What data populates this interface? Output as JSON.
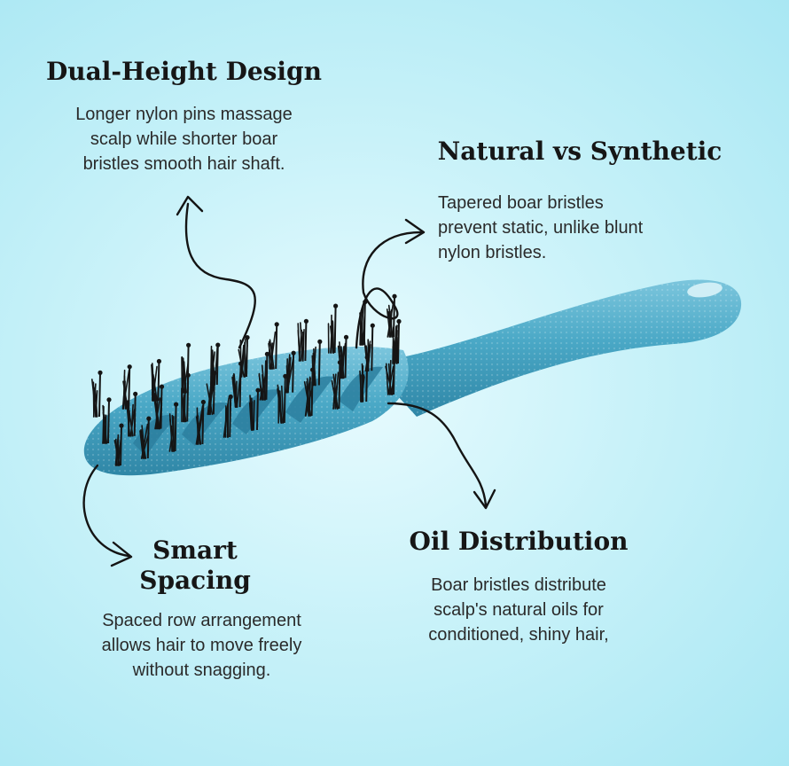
{
  "callouts": {
    "dual_height": {
      "title": "Dual-Height Design",
      "lines": [
        "Longer nylon pins massage",
        "scalp while shorter boar",
        "bristles smooth hair shaft."
      ]
    },
    "natural_vs_synthetic": {
      "title": "Natural vs Synthetic",
      "lines": [
        "Tapered boar bristles",
        "prevent static, unlike blunt",
        "nylon bristles."
      ]
    },
    "smart_spacing": {
      "title_lines": [
        "Smart",
        "Spacing"
      ],
      "lines": [
        "Spaced row arrangement",
        "allows hair to move freely",
        "without snagging."
      ]
    },
    "oil_distribution": {
      "title": "Oil Distribution",
      "lines": [
        "Boar bristles distribute",
        "scalp's natural oils for",
        "conditioned, shiny hair,"
      ]
    }
  },
  "colors": {
    "background_center": "#e8fbfe",
    "background_edge": "#a9e7f3",
    "brush_body": "#3f9fbe",
    "brush_highlight": "#7cc6dd",
    "bristle": "#151515",
    "arrow": "#141414"
  }
}
